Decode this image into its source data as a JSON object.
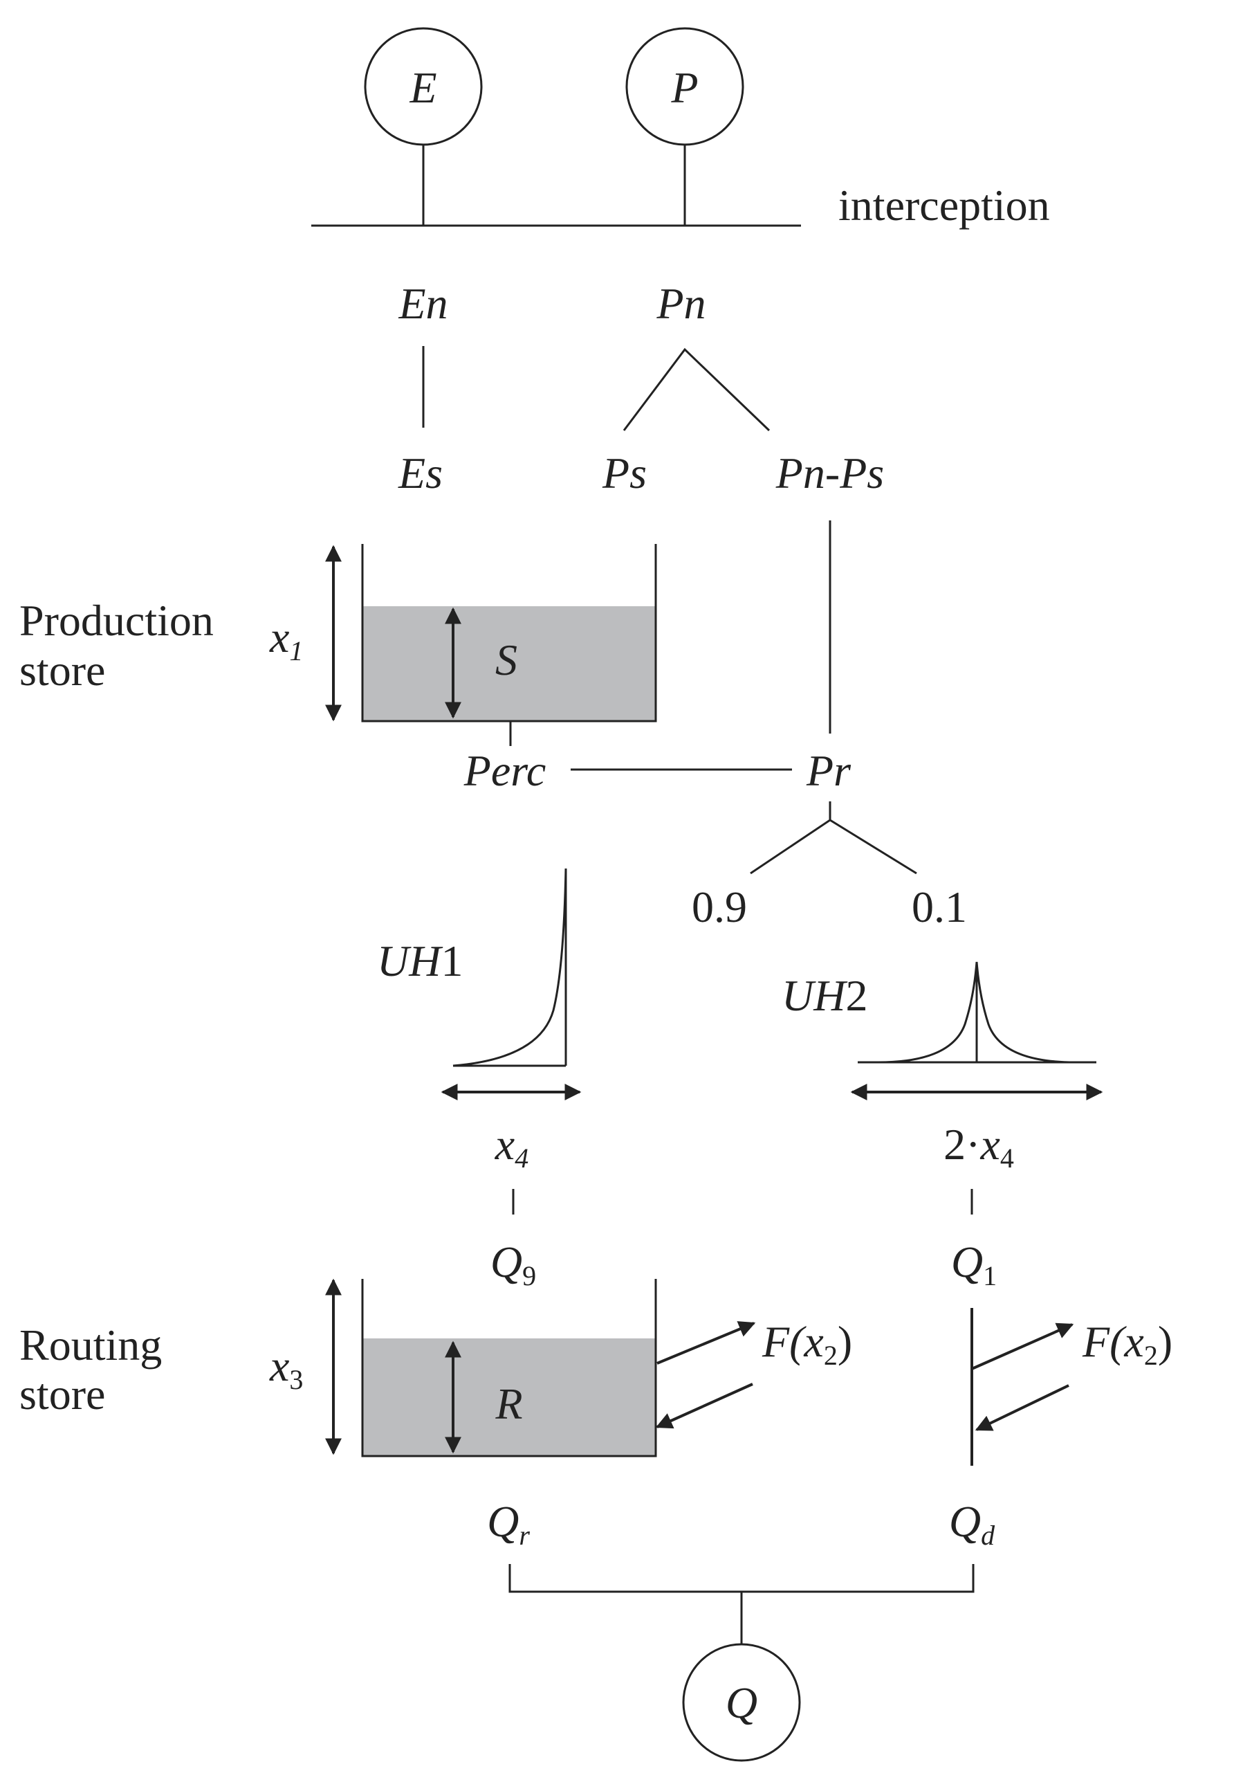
{
  "colors": {
    "ink": "#222222",
    "store_fill": "#bcbdbf"
  },
  "inputs": {
    "evap": "E",
    "precip": "P",
    "interception": "interception"
  },
  "net": {
    "en": "En",
    "pn": "Pn",
    "es": "Es",
    "ps": "Ps",
    "pn_ps": "Pn-Ps"
  },
  "production": {
    "label_line1": "Production",
    "label_line2": "store",
    "capacity_var": "x",
    "capacity_sub": "1",
    "level": "S"
  },
  "percolation": {
    "perc": "Perc",
    "pr": "Pr"
  },
  "split": {
    "left": "0.9",
    "right": "0.1"
  },
  "uh1": {
    "name": "UH",
    "num": "1",
    "base_var": "x",
    "base_sub": "4"
  },
  "uh2": {
    "name": "UH",
    "num": "2",
    "base_prefix": "2·",
    "base_var": "x",
    "base_sub": "4"
  },
  "flows": {
    "q9": "Q",
    "q9_sub": "9",
    "q1": "Q",
    "q1_sub": "1",
    "qr": "Q",
    "qr_sub": "r",
    "qd": "Q",
    "qd_sub": "d"
  },
  "routing": {
    "label_line1": "Routing",
    "label_line2": "store",
    "capacity_var": "x",
    "capacity_sub": "3",
    "level": "R"
  },
  "exchange": {
    "f_left": "F(",
    "f_var": "x",
    "f_sub": "2",
    "f_right": ")"
  },
  "output": {
    "q": "Q"
  }
}
